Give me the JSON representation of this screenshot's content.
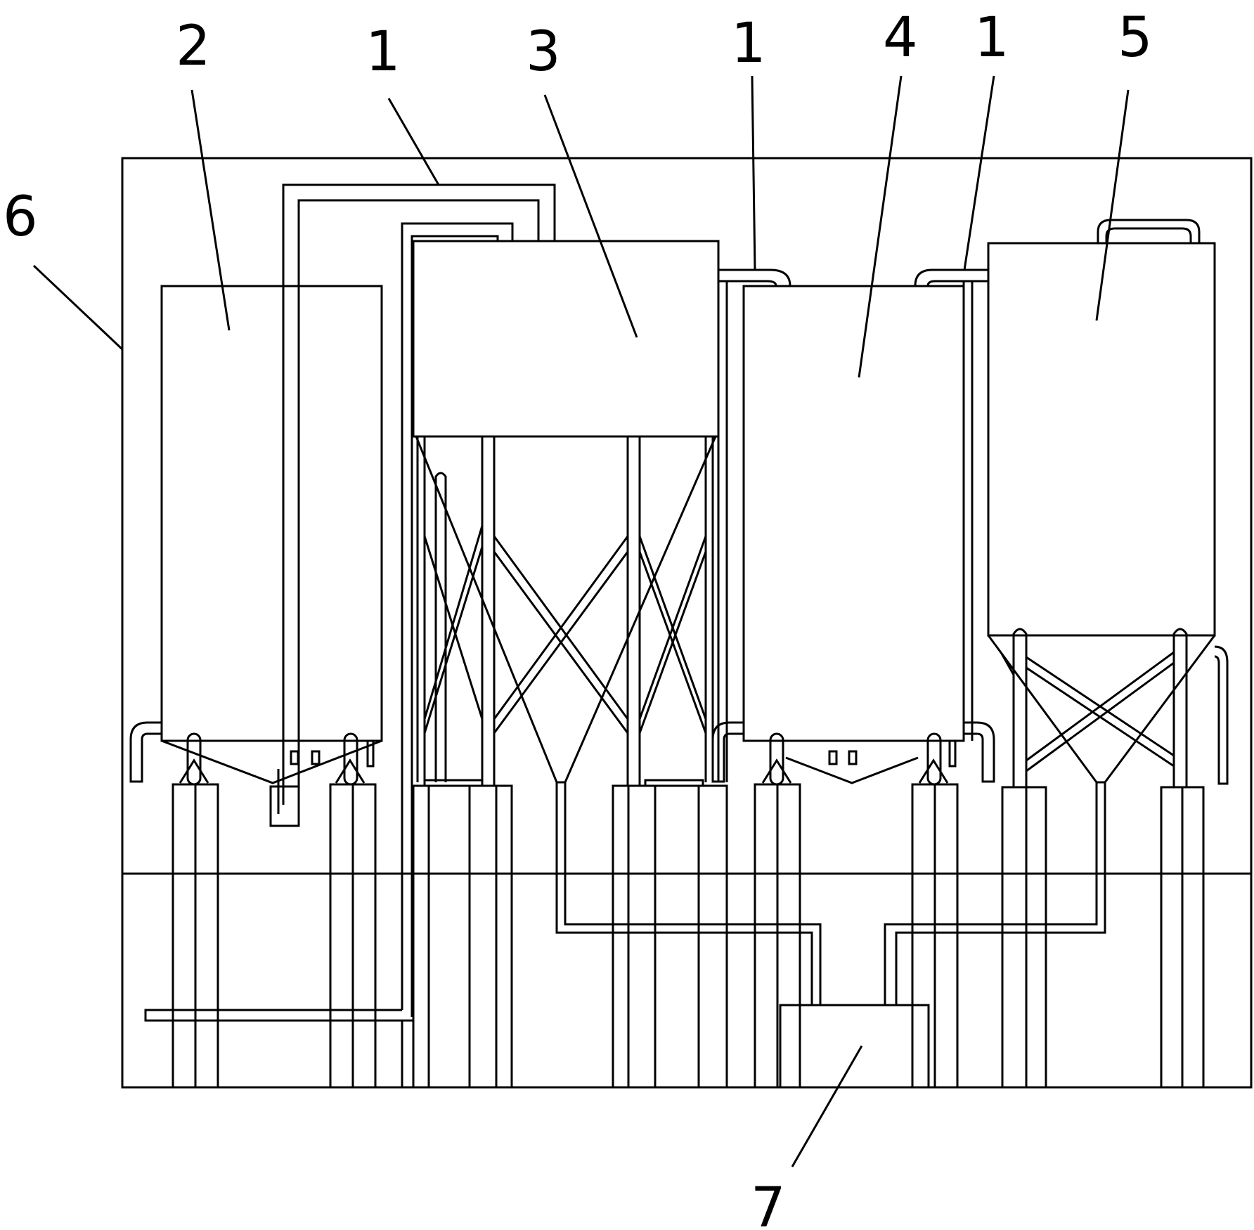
{
  "diagram": {
    "stroke": "#000000",
    "background": "#ffffff",
    "labels": {
      "frame": "6",
      "tank_left": "2",
      "pipe_a": "1",
      "tank_mid": "3",
      "pipe_b": "1",
      "tank_right": "4",
      "pipe_c": "1",
      "tank_far": "5",
      "collector": "7"
    }
  }
}
